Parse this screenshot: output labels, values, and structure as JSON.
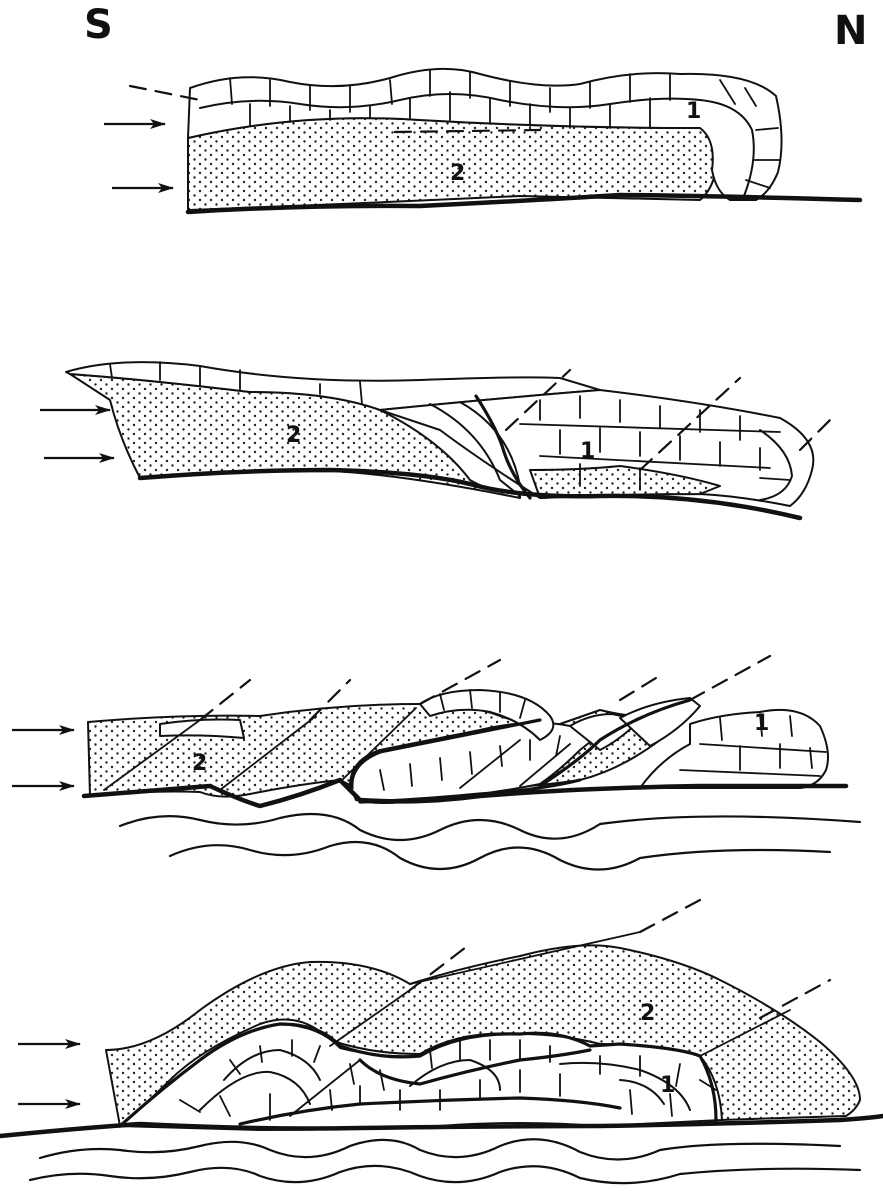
{
  "orientation": {
    "left": "S",
    "right": "N"
  },
  "unit_labels": {
    "limestone": "1",
    "sandstone": "2"
  },
  "stages": [
    {
      "id": "stage-1"
    },
    {
      "id": "stage-2"
    },
    {
      "id": "stage-3"
    },
    {
      "id": "stage-4"
    }
  ]
}
